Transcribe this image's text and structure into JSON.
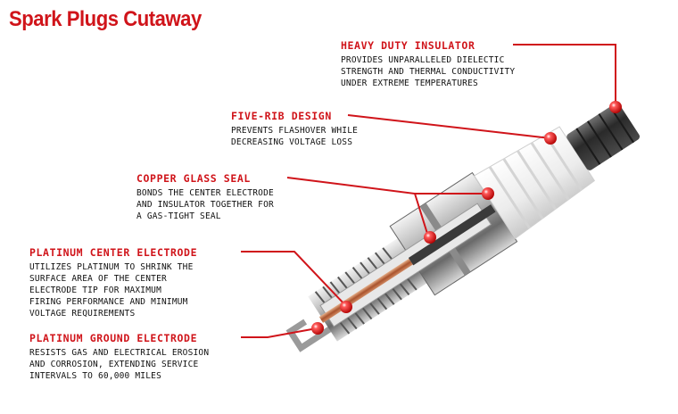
{
  "title": "Spark Plugs Cutaway",
  "colors": {
    "accent": "#d0141a",
    "text": "#111111",
    "background": "#ffffff"
  },
  "callouts": [
    {
      "heading": "HEAVY DUTY INSULATOR",
      "lines": [
        "PROVIDES UNPARALLELED DIELECTIC",
        "STRENGTH AND THERMAL CONDUCTIVITY",
        "UNDER EXTREME TEMPERATURES"
      ]
    },
    {
      "heading": "FIVE-RIB DESIGN",
      "lines": [
        "PREVENTS FLASHOVER WHILE",
        "DECREASING VOLTAGE LOSS"
      ]
    },
    {
      "heading": "COPPER GLASS SEAL",
      "lines": [
        "BONDS THE CENTER ELECTRODE",
        "AND INSULATOR TOGETHER FOR",
        "A GAS-TIGHT SEAL"
      ]
    },
    {
      "heading": "PLATINUM CENTER ELECTRODE",
      "lines": [
        "UTILIZES PLATINUM TO SHRINK THE",
        "SURFACE AREA OF THE CENTER",
        "ELECTRODE TIP FOR MAXIMUM",
        "FIRING PERFORMANCE AND MINIMUM",
        "VOLTAGE REQUIREMENTS"
      ]
    },
    {
      "heading": "PLATINUM GROUND ELECTRODE",
      "lines": [
        "RESISTS GAS AND ELECTRICAL EROSION",
        "AND CORROSION, EXTENDING SERVICE",
        "INTERVALS TO 60,000 MILES"
      ]
    }
  ]
}
